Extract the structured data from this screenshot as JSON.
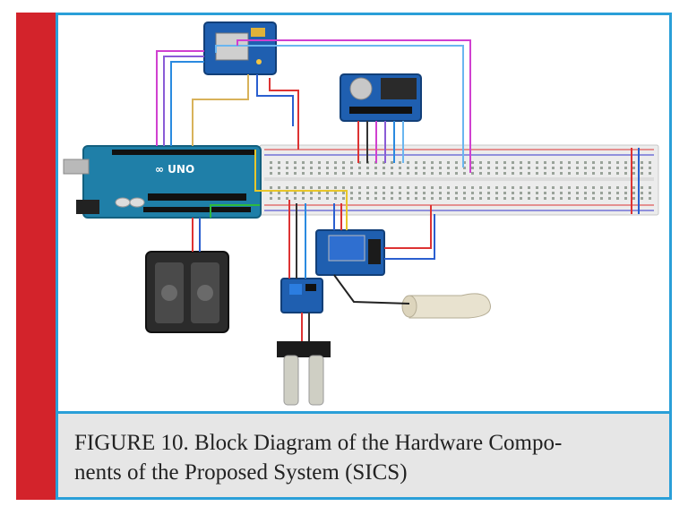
{
  "figure": {
    "caption_line1": "FIGURE 10. Block Diagram of the Hardware Compo-",
    "caption_line2": "nents of the Proposed System (SICS)"
  },
  "colors": {
    "accent_bar": "#d3232b",
    "frame_border": "#2a9fd8",
    "caption_background": "#e6e6e6",
    "arduino_board": "#1f7fa8",
    "module_board": "#1f5fb0",
    "breadboard": "#e9e9e9"
  },
  "components": [
    {
      "name": "arduino-uno",
      "icon": "arduino-board-icon"
    },
    {
      "name": "gsm-module",
      "icon": "sim-module-icon"
    },
    {
      "name": "rtc-sd-module",
      "icon": "rtc-module-icon"
    },
    {
      "name": "breadboard",
      "icon": "breadboard-icon"
    },
    {
      "name": "battery-holder",
      "icon": "battery-holder-icon"
    },
    {
      "name": "relay-module",
      "icon": "relay-icon"
    },
    {
      "name": "moisture-sensor-module",
      "icon": "sensor-module-icon"
    },
    {
      "name": "soil-moisture-probe",
      "icon": "soil-probe-icon"
    },
    {
      "name": "water-pump",
      "icon": "water-pump-icon"
    }
  ]
}
